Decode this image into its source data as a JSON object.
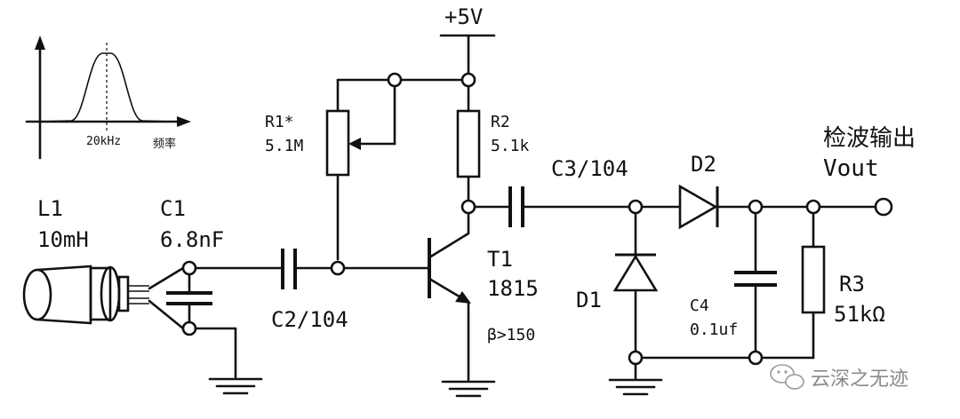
{
  "supply": "+5V",
  "inset": {
    "freq_label": "20kHz",
    "axis_label": "频率"
  },
  "components": {
    "L1": {
      "name": "L1",
      "value": "10mH"
    },
    "C1": {
      "name": "C1",
      "value": "6.8nF"
    },
    "C2": {
      "name": "C2/104"
    },
    "R1": {
      "name": "R1*",
      "value": "5.1M"
    },
    "R2": {
      "name": "R2",
      "value": "5.1k"
    },
    "T1": {
      "name": "T1",
      "value": "1815",
      "beta": "β>150"
    },
    "C3": {
      "name": "C3/104"
    },
    "D1": {
      "name": "D1"
    },
    "D2": {
      "name": "D2"
    },
    "C4": {
      "name": "C4",
      "value": "0.1uf"
    },
    "R3": {
      "name": "R3",
      "value": "51kΩ"
    }
  },
  "output": {
    "title": "检波输出",
    "label": "Vout"
  },
  "watermark": "云深之无迹"
}
